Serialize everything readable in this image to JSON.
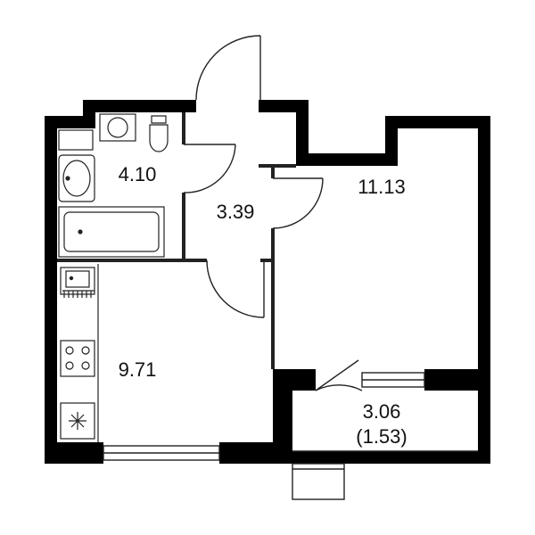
{
  "plan": {
    "wall_color": "#000000",
    "line_color": "#222222",
    "background": "#ffffff",
    "rooms": [
      {
        "id": "bathroom",
        "area": "4.10"
      },
      {
        "id": "hall",
        "area": "3.39"
      },
      {
        "id": "living-room",
        "area": "11.13"
      },
      {
        "id": "kitchen",
        "area": "9.71"
      },
      {
        "id": "balcony",
        "area": "3.06",
        "area_reduced": "(1.53)"
      }
    ]
  }
}
